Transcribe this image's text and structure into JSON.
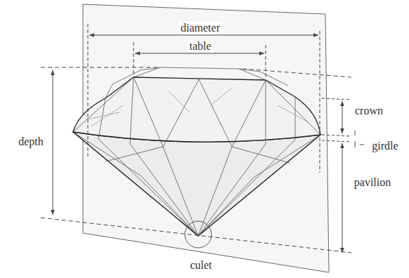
{
  "diagram": {
    "labels": [
      "diameter",
      "table",
      "depth",
      "crown",
      "girdle",
      "pavilion",
      "culet"
    ]
  }
}
